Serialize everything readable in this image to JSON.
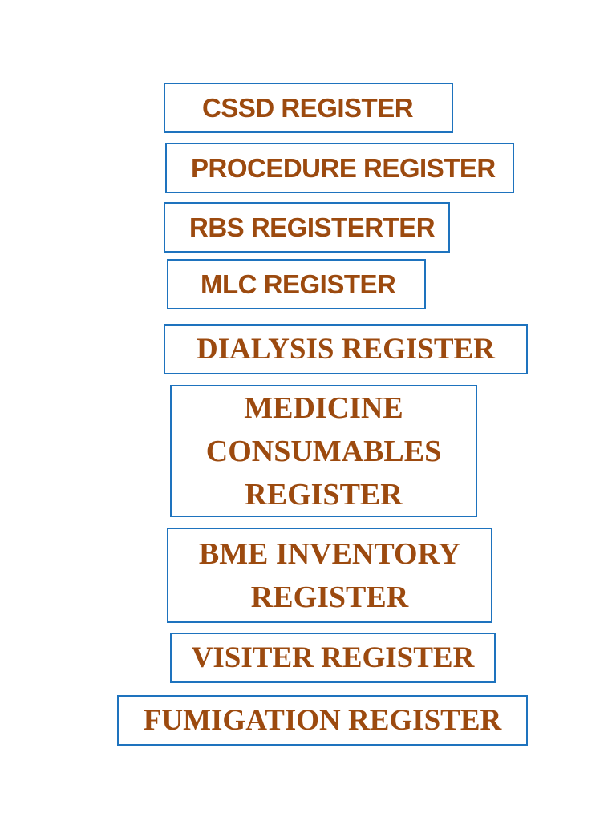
{
  "registers": {
    "cssd": "CSSD REGISTER",
    "procedure": "PROCEDURE REGISTER",
    "rbs": "RBS REGISTERTER",
    "mlc": "MLC REGISTER",
    "dialysis": "DIALYSIS REGISTER",
    "medicine_consumables": [
      "MEDICINE",
      "CONSUMABLES",
      "REGISTER"
    ],
    "bme_inventory": [
      "BME INVENTORY",
      "REGISTER"
    ],
    "visiter": "VISITER REGISTER",
    "fumigation": "FUMIGATION REGISTER"
  },
  "colors": {
    "border": "#1e73be",
    "text": "#9c4a0f"
  }
}
